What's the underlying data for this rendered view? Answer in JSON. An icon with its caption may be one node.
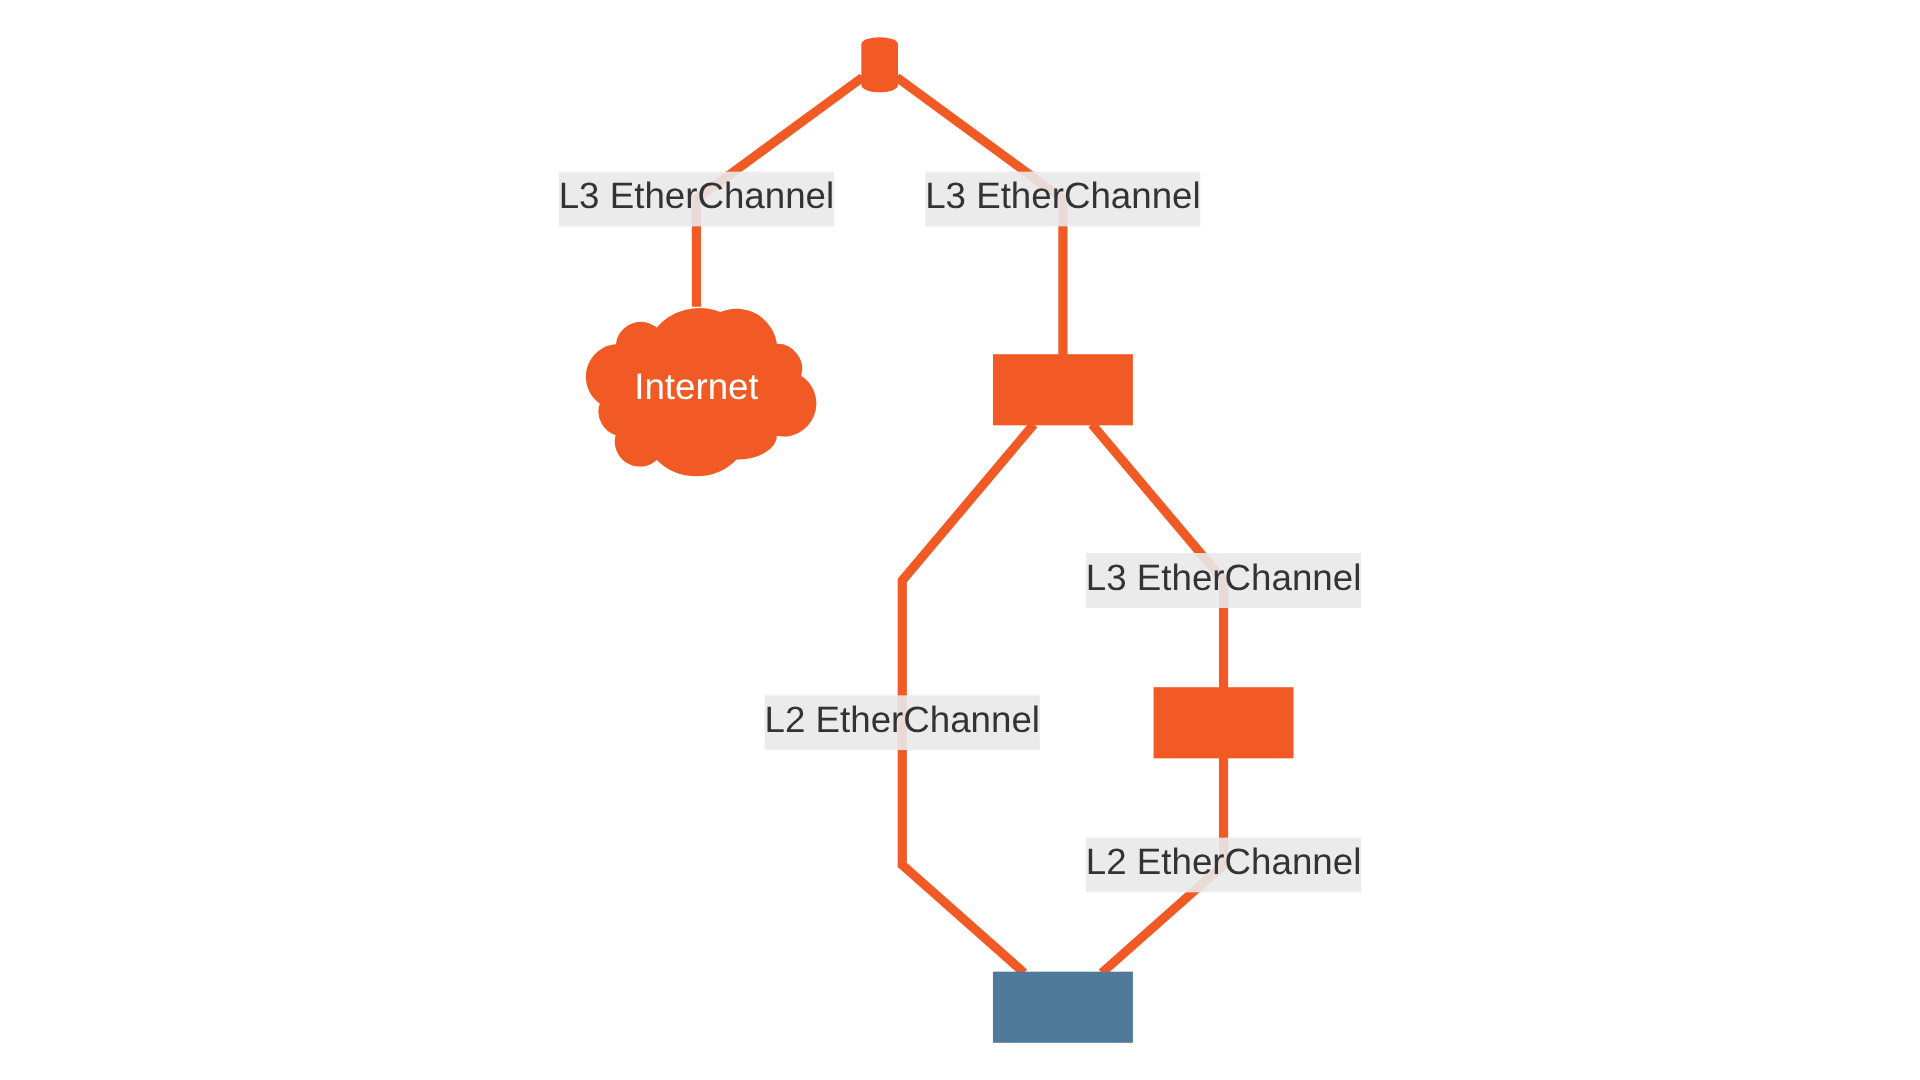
{
  "diagram": {
    "nodes": [
      {
        "text": [],
        "shape": "cylinder"
      },
      {
        "text": [
          "Internet"
        ]
      },
      {
        "text": [],
        "shape": "box"
      },
      {
        "text": [],
        "shape": "box"
      },
      {
        "text": [],
        "shape": "box"
      }
    ],
    "edges": [
      {
        "from": 0,
        "to": 1,
        "arrow": "none",
        "label": "L3 EtherChannel"
      },
      {
        "from": 0,
        "to": 2,
        "arrow": "none",
        "label": "L3 EtherChannel"
      },
      {
        "from": 2,
        "to": 3,
        "arrow": "none",
        "label": "L3 EtherChannel"
      },
      {
        "from": 2,
        "to": 4,
        "arrow": "none",
        "label": "L2 EtherChannel"
      },
      {
        "from": 3,
        "to": 4,
        "arrow": "none",
        "label": "L2 EtherChannel"
      }
    ]
  }
}
